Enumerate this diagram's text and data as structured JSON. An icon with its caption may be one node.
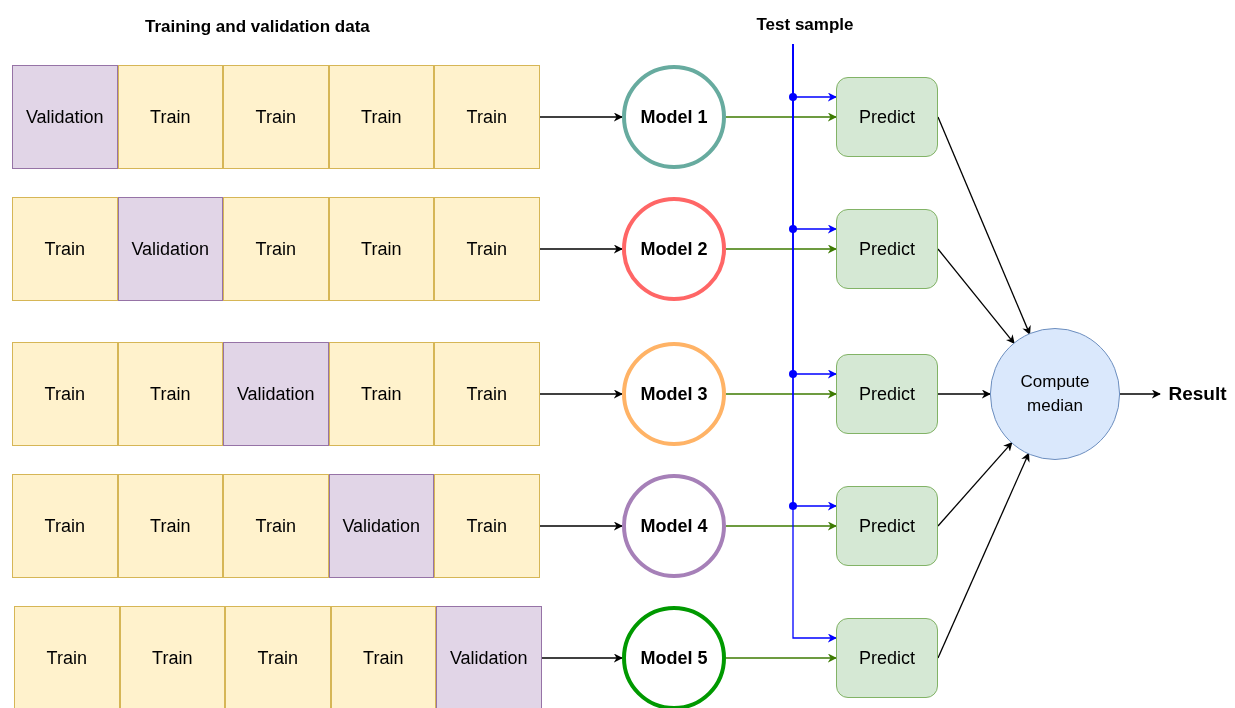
{
  "diagram": {
    "nodes": [
      {
        "text": [
          "Test sample"
        ]
      },
      {
        "text": [
          "Validation"
        ]
      },
      {
        "text": [
          "Train"
        ]
      },
      {
        "text": [
          "Train"
        ]
      },
      {
        "text": [
          "Train"
        ]
      },
      {
        "text": [
          "Train"
        ]
      },
      {
        "text": [
          "Model 1"
        ]
      },
      {
        "text": [
          "Predict"
        ]
      },
      {
        "text": [
          "Train"
        ]
      },
      {
        "text": [
          "Validation"
        ]
      },
      {
        "text": [
          "Train"
        ]
      },
      {
        "text": [
          "Train"
        ]
      },
      {
        "text": [
          "Train"
        ]
      },
      {
        "text": [
          "Model 2"
        ]
      },
      {
        "text": [
          "Predict"
        ]
      },
      {
        "text": [
          "Train"
        ]
      },
      {
        "text": [
          "Train"
        ]
      },
      {
        "text": [
          "Validation"
        ]
      },
      {
        "text": [
          "Train"
        ]
      },
      {
        "text": [
          "Train"
        ]
      },
      {
        "text": [
          "Model 3"
        ]
      },
      {
        "text": [
          "Predict"
        ]
      },
      {
        "text": [
          "Train"
        ]
      },
      {
        "text": [
          "Train"
        ]
      },
      {
        "text": [
          "Train"
        ]
      },
      {
        "text": [
          "Validation"
        ]
      },
      {
        "text": [
          "Train"
        ]
      },
      {
        "text": [
          "Model 4"
        ]
      },
      {
        "text": [
          "Predict"
        ]
      },
      {
        "text": [
          "Train"
        ]
      },
      {
        "text": [
          "Train"
        ]
      },
      {
        "text": [
          "Train"
        ]
      },
      {
        "text": [
          "Train"
        ]
      },
      {
        "text": [
          "Validation"
        ]
      },
      {
        "text": [
          "Model 5"
        ]
      },
      {
        "text": [
          "Predict"
        ]
      },
      {
        "text": [
          "Compute median"
        ]
      },
      {
        "text": [
          "Result"
        ]
      }
    ],
    "edges": [
      {
        "from": 5,
        "to": 6,
        "arrow": "to"
      },
      {
        "from": 6,
        "to": 7,
        "arrow": "to",
        "color": "#3d7a00"
      },
      {
        "from": 0,
        "to": 7,
        "arrow": "to",
        "color": "#0000ff"
      },
      {
        "from": 7,
        "to": 36,
        "arrow": "to"
      },
      {
        "from": 12,
        "to": 13,
        "arrow": "to"
      },
      {
        "from": 13,
        "to": 14,
        "arrow": "to",
        "color": "#3d7a00"
      },
      {
        "from": 0,
        "to": 14,
        "arrow": "to",
        "color": "#0000ff"
      },
      {
        "from": 14,
        "to": 36,
        "arrow": "to"
      },
      {
        "from": 19,
        "to": 20,
        "arrow": "to"
      },
      {
        "from": 20,
        "to": 21,
        "arrow": "to",
        "color": "#3d7a00"
      },
      {
        "from": 0,
        "to": 21,
        "arrow": "to",
        "color": "#0000ff"
      },
      {
        "from": 21,
        "to": 36,
        "arrow": "to"
      },
      {
        "from": 26,
        "to": 27,
        "arrow": "to"
      },
      {
        "from": 27,
        "to": 28,
        "arrow": "to",
        "color": "#3d7a00"
      },
      {
        "from": 0,
        "to": 28,
        "arrow": "to",
        "color": "#0000ff"
      },
      {
        "from": 28,
        "to": 36,
        "arrow": "to"
      },
      {
        "from": 33,
        "to": 34,
        "arrow": "to"
      },
      {
        "from": 34,
        "to": 35,
        "arrow": "to",
        "color": "#3d7a00"
      },
      {
        "from": 0,
        "to": 35,
        "arrow": "to",
        "color": "#0000ff"
      },
      {
        "from": 35,
        "to": 36,
        "arrow": "to"
      },
      {
        "from": 36,
        "to": 37,
        "arrow": "to"
      }
    ],
    "labels": [
      "Training and validation data"
    ]
  }
}
